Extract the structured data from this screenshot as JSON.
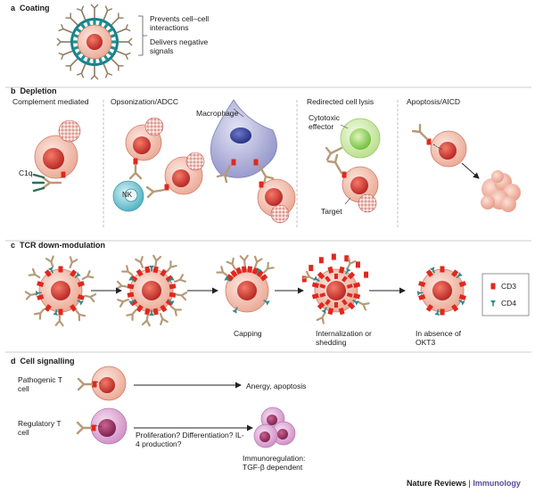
{
  "sections": {
    "a": {
      "letter": "a",
      "title": "Coating",
      "notes": [
        "Prevents cell–cell interactions",
        "Delivers negative signals"
      ]
    },
    "b": {
      "letter": "b",
      "title": "Depletion",
      "mechanisms": [
        "Complement mediated",
        "Opsonization/ADCC",
        "Redirected cell lysis",
        "Apoptosis/AICD"
      ],
      "labels": {
        "c1q": "C1q",
        "macrophage": "Macrophage",
        "nk": "NK",
        "cytotoxic_effector": "Cytotoxic effector",
        "target": "Target"
      }
    },
    "c": {
      "letter": "c",
      "title": "TCR down-modulation",
      "stages": [
        "Capping",
        "Internalization or shedding",
        "In absence of OKT3"
      ],
      "legend": [
        "CD3",
        "CD4"
      ]
    },
    "d": {
      "letter": "d",
      "title": "Cell signalling",
      "rows": [
        {
          "cell": "Pathogenic T cell",
          "outcome": "Anergy, apoptosis"
        },
        {
          "cell": "Regulatory T cell",
          "outcome": "Proliferation? Differentiation? IL-4 production?",
          "result": "Immunoregulation: TGF-β dependent"
        }
      ]
    }
  },
  "credit": {
    "journal": "Nature Reviews",
    "separator": "|",
    "subject": "Immunology"
  },
  "colors": {
    "cell_fill": "#f4c2b4",
    "nucleus": "#d9433c",
    "cd3": "#e0281e",
    "cd4": "#2e8a8c",
    "antibody": "#b79a77",
    "macrophage": "#a9abd6",
    "nk": "#7ac6d2",
    "effector": "#c7e6a2",
    "regulatory_cell": "#e3b7dc",
    "accent_purple": "#5b4a9b"
  }
}
